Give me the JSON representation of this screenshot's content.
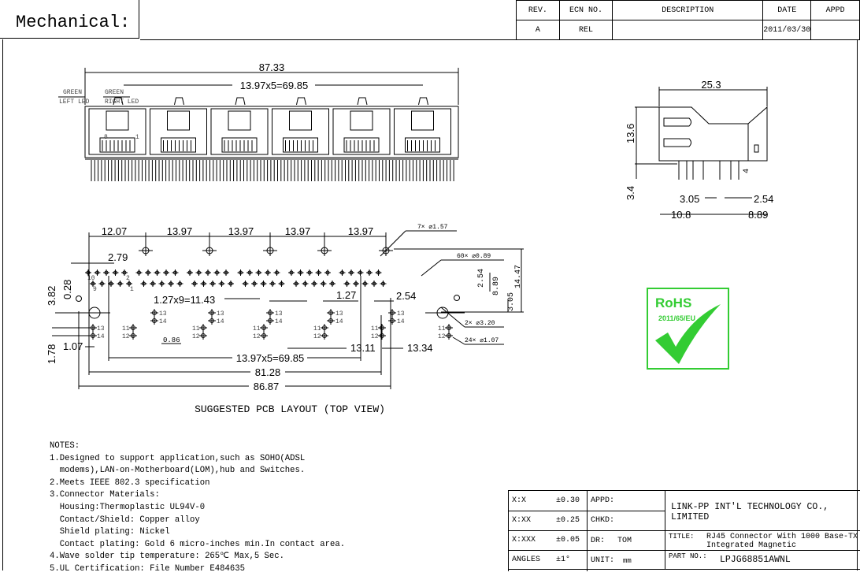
{
  "header": {
    "title": "Mechanical:"
  },
  "revision_table": {
    "headers": [
      "REV.",
      "ECN NO.",
      "DESCRIPTION",
      "DATE",
      "APPD"
    ],
    "rows": [
      [
        "A",
        "REL",
        "",
        "2011/03/30",
        ""
      ]
    ]
  },
  "front_view": {
    "overall_width": "87.33",
    "pitch": "13.97x5=69.85",
    "left_led": {
      "color": "GREEN",
      "label": "LEFT LED"
    },
    "right_led": {
      "color": "GREEN",
      "label": "RIGHT LED"
    },
    "pin_labels": [
      "8",
      "1"
    ]
  },
  "side_view": {
    "depth": "25.3",
    "height": "13.6",
    "pin_length": "3.4",
    "d1": "3.05",
    "d2": "2.54",
    "d3": "10.8",
    "d4": "8.89",
    "d5": "4"
  },
  "pcb_layout": {
    "caption": "SUGGESTED PCB LAYOUT (TOP VIEW)",
    "top_dims": [
      "12.07",
      "13.97",
      "13.97",
      "13.97",
      "13.97"
    ],
    "hole_7": "7× ⌀1.57",
    "hole_60": "60× ⌀0.89",
    "hole_2": "2× ⌀3.20",
    "hole_24": "24× ⌀1.07",
    "d_279": "2.79",
    "d_382": "3.82",
    "d_028": "0.28",
    "d_1143": "1.27x9=11.43",
    "d_127": "1.27",
    "d_254": "2.54",
    "d_v254": "2.54",
    "d_889": "8.89",
    "d_1447": "14.47",
    "d_305": "3.05",
    "d_086": "0.86",
    "d_107": "1.07",
    "d_178": "1.78",
    "d_1311": "13.11",
    "d_1334": "13.34",
    "d_6985": "13.97x5=69.85",
    "d_8128": "81.28",
    "d_8687": "86.87",
    "pin_nums": {
      "p10": "10",
      "p9": "9",
      "p2": "2",
      "p1": "1",
      "p13": "13",
      "p14": "14",
      "p11": "11",
      "p12": "12"
    }
  },
  "rohs": {
    "label": "RoHS",
    "directive": "2011/65/EU",
    "color": "#33cc33"
  },
  "notes": {
    "heading": "NOTES:",
    "lines": [
      "1.Designed to support application,such as SOHO(ADSL",
      "  modems),LAN-on-Motherboard(LOM),hub and Switches.",
      "2.Meets IEEE 802.3 specification",
      "3.Connector Materials:",
      "  Housing:Thermoplastic UL94V-0",
      "  Contact/Shield: Copper alloy",
      "  Shield plating: Nickel",
      "  Contact plating: Gold 6 micro-inches min.In contact area.",
      "4.Wave solder tip temperature: 265℃ Max,5 Sec.",
      "5.UL Certification: File Number E484635"
    ]
  },
  "title_block": {
    "tolerances": [
      {
        "label": "X:X",
        "value": "±0.30"
      },
      {
        "label": "X:XX",
        "value": "±0.25"
      },
      {
        "label": "X:XXX",
        "value": "±0.05"
      },
      {
        "label": "ANGLES",
        "value": "±1°"
      }
    ],
    "appd_label": "APPD:",
    "chkd_label": "CHKD:",
    "dr_label": "DR:",
    "dr_value": "TOM",
    "unit_label": "UNIT:",
    "unit_value": "mm",
    "company": "LINK-PP INT'L TECHNOLOGY CO., LIMITED",
    "title_label": "TITLE:",
    "title_line1": "RJ45 Connector With 1000 Base-TX",
    "title_line2": "Integrated Magnetic",
    "part_label": "PART NO.:",
    "part_value": "LPJG68851AWNL"
  }
}
